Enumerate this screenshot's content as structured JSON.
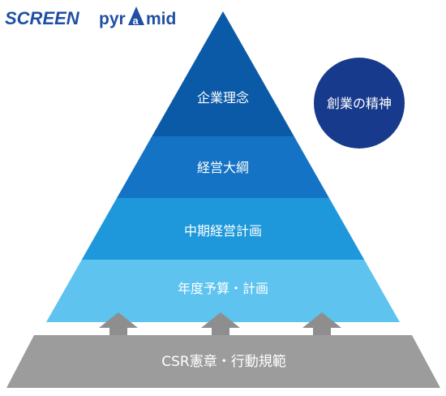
{
  "logo": {
    "brand": "SCREEN",
    "product_prefix": "pyr",
    "product_accent": "a",
    "product_suffix": "mid",
    "color": "#1f4fa3"
  },
  "pyramid": {
    "tiers": [
      {
        "label": "企業理念",
        "color": "#0b5aa7"
      },
      {
        "label": "経営大綱",
        "color": "#1473c4"
      },
      {
        "label": "中期経営計画",
        "color": "#1e98da"
      },
      {
        "label": "年度予算・計画",
        "color": "#5ec3ee"
      }
    ]
  },
  "badge": {
    "label": "創業の精神",
    "color": "#173a8c"
  },
  "foundation": {
    "label": "CSR憲章・行動規範",
    "color": "#9c9c9c"
  },
  "arrows": {
    "color": "#8e8e8e",
    "count": 3
  }
}
